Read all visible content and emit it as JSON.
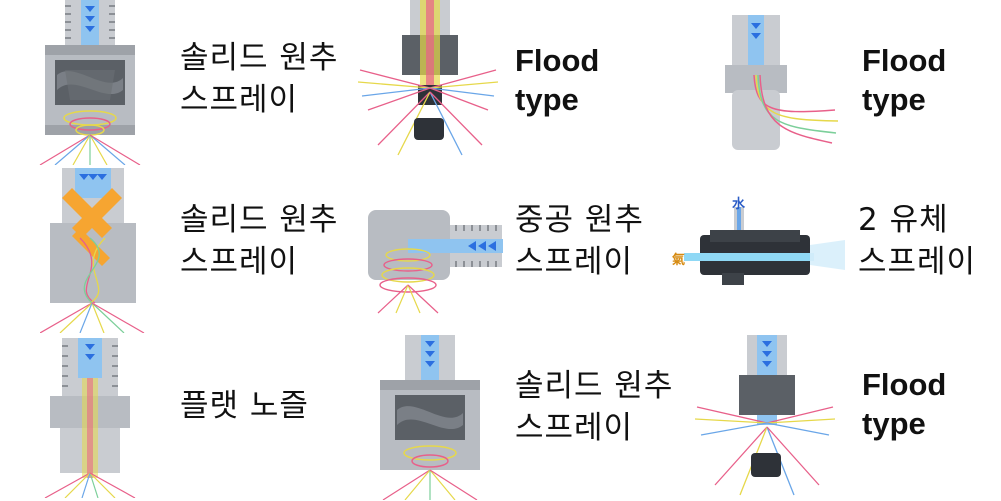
{
  "grid": [
    {
      "id": "r1c1",
      "icon": "solid-cone-nozzle-icon",
      "lines": [
        "솔리드 원추",
        "스프레이"
      ],
      "lang": "ko"
    },
    {
      "id": "r1c2",
      "icon": "flood-nozzle-icon",
      "lines": [
        "Flood",
        "type"
      ],
      "lang": "en"
    },
    {
      "id": "r1c3",
      "icon": "angled-flood-nozzle-icon",
      "lines": [
        "Flood",
        "type"
      ],
      "lang": "en"
    },
    {
      "id": "r2c1",
      "icon": "x-vane-solid-cone-nozzle-icon",
      "lines": [
        "솔리드 원추",
        "스프레이"
      ],
      "lang": "ko"
    },
    {
      "id": "r2c2",
      "icon": "hollow-cone-nozzle-icon",
      "lines": [
        "중공 원추",
        "스프레이"
      ],
      "lang": "ko"
    },
    {
      "id": "r2c3",
      "icon": "two-fluid-nozzle-icon",
      "lines": [
        "2 유체",
        "스프레이"
      ],
      "lang": "ko",
      "callouts": {
        "water": "水",
        "air": "氣"
      }
    },
    {
      "id": "r3c1",
      "icon": "flat-fan-nozzle-icon",
      "lines": [
        "플랫 노즐"
      ],
      "lang": "ko"
    },
    {
      "id": "r3c2",
      "icon": "solid-cone-nozzle-icon",
      "lines": [
        "솔리드 원추",
        "스프레이"
      ],
      "lang": "ko"
    },
    {
      "id": "r3c3",
      "icon": "flood-nozzle-icon",
      "lines": [
        "Flood",
        "type"
      ],
      "lang": "en"
    }
  ],
  "colors": {
    "spray_pink": "#e8608a",
    "spray_yellow": "#e6d84a",
    "spray_blue": "#6aa6e8",
    "spray_green": "#7ccf9a",
    "metal": "#b8bcc2",
    "metal_dark": "#6d7177",
    "arrow_blue": "#2b6fe0",
    "water_label": "#2a5cc7",
    "air_label": "#d68a10"
  }
}
